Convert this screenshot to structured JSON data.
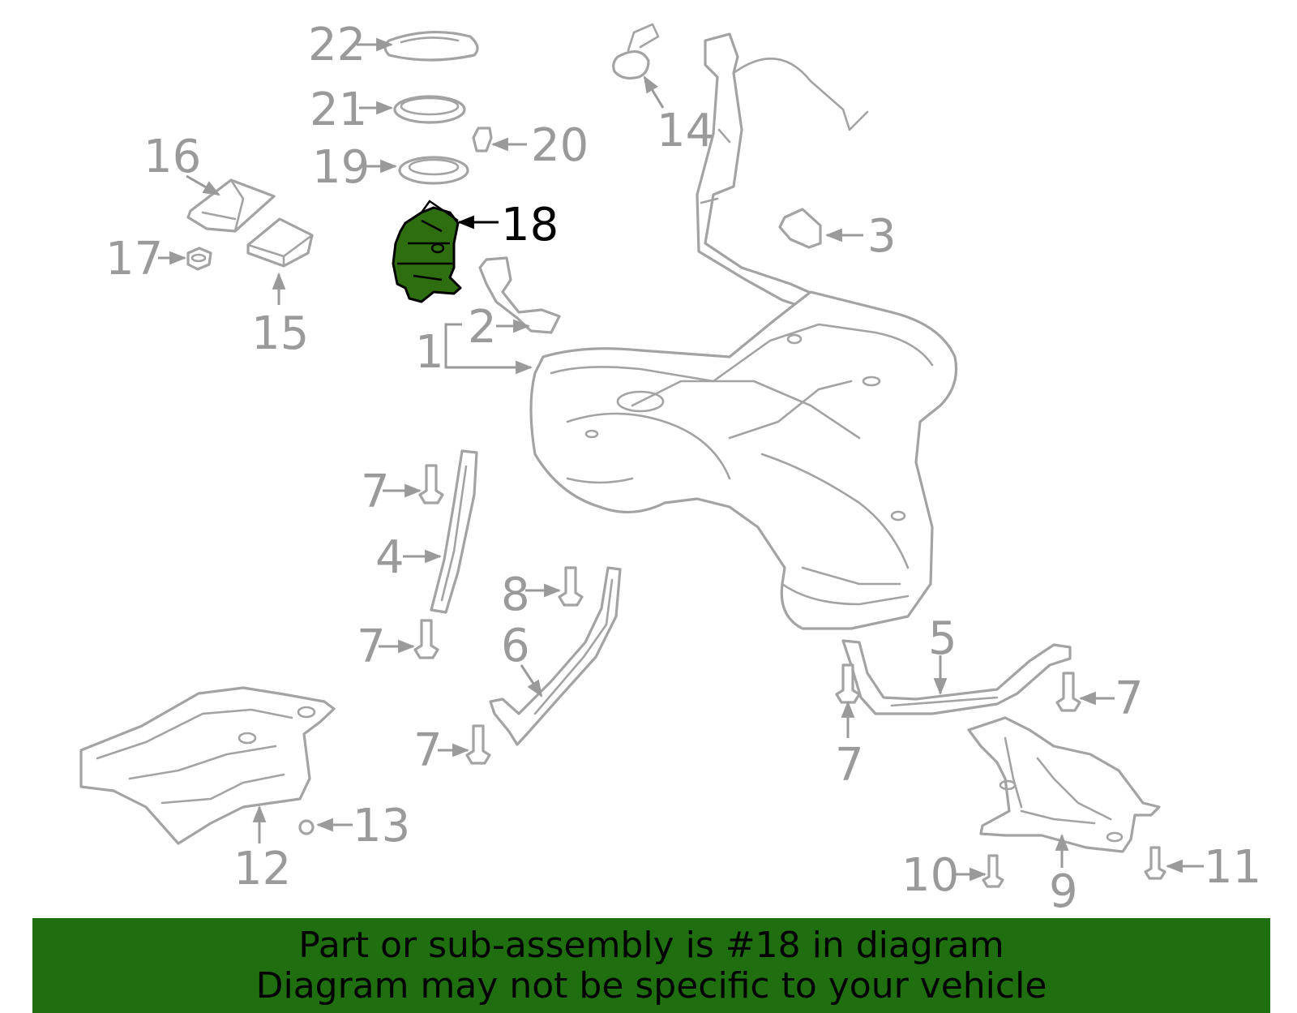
{
  "diagram": {
    "highlight_part": "18",
    "highlight_color": "#2f6e10",
    "callouts": {
      "c1": "1",
      "c2": "2",
      "c3": "3",
      "c4": "4",
      "c5": "5",
      "c6": "6",
      "c7a": "7",
      "c7b": "7",
      "c7c": "7",
      "c7d": "7",
      "c7e": "7",
      "c8": "8",
      "c9": "9",
      "c10": "10",
      "c11": "11",
      "c12": "12",
      "c13": "13",
      "c14": "14",
      "c15": "15",
      "c16": "16",
      "c17": "17",
      "c18": "18",
      "c19": "19",
      "c20": "20",
      "c21": "21",
      "c22": "22"
    }
  },
  "banner": {
    "background": "#1f6e0f",
    "line1": "Part or sub-assembly is #18 in diagram",
    "line2": "Diagram may not be specific to your vehicle"
  }
}
